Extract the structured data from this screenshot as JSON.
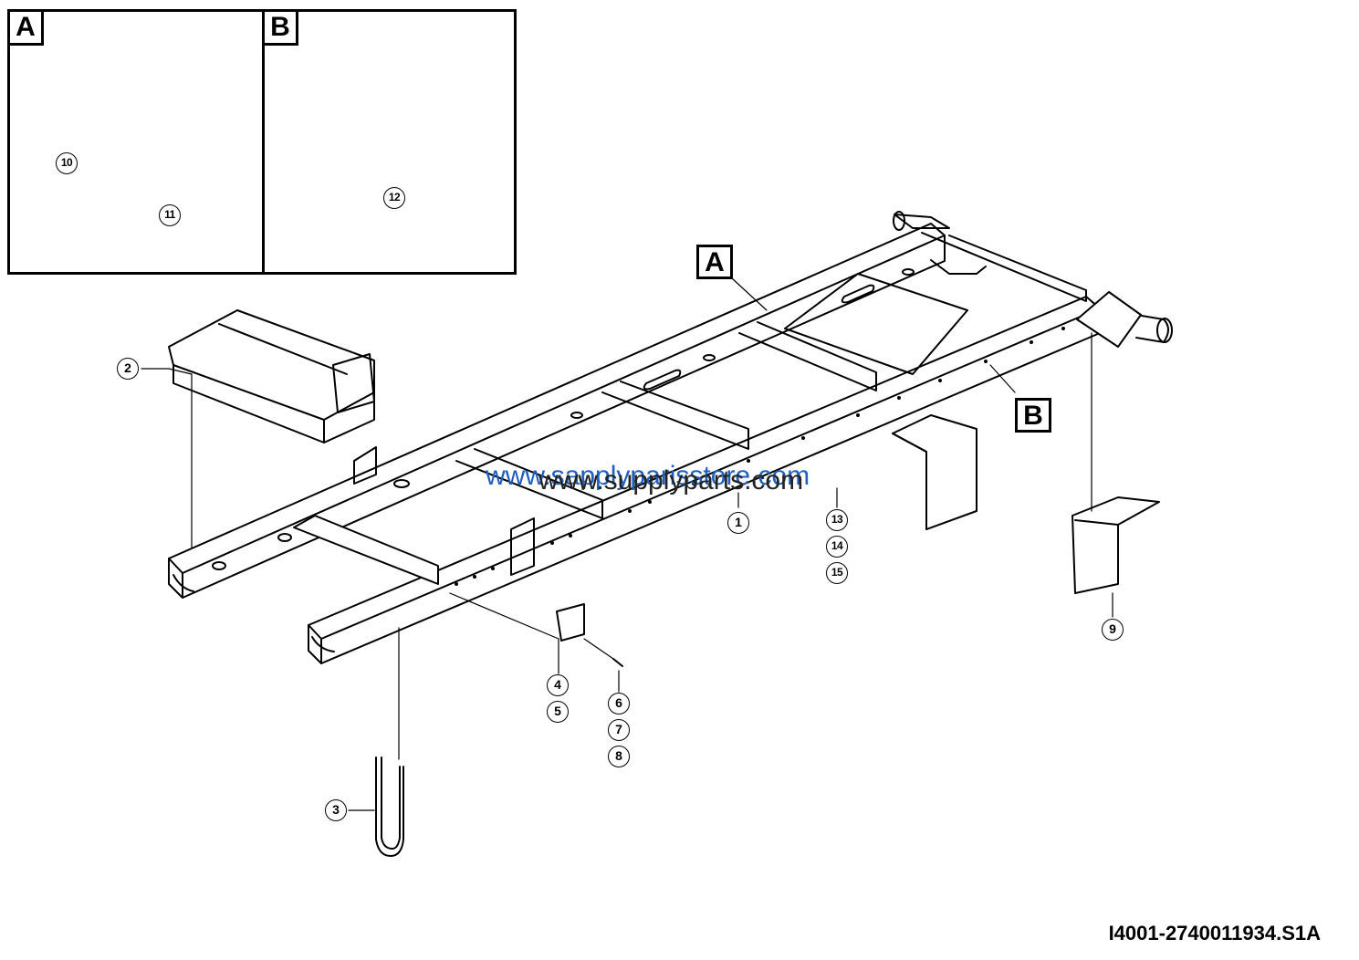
{
  "drawing_code": "I4001-2740011934.S1A",
  "watermarks": [
    "www.supplyparts.com",
    "www.sapplyparisstore.com"
  ],
  "detail_views": [
    {
      "letter": "A",
      "callouts": [
        "10",
        "11"
      ]
    },
    {
      "letter": "B",
      "callouts": [
        "12"
      ]
    }
  ],
  "view_tags": [
    "A",
    "B"
  ],
  "callouts": [
    "1",
    "2",
    "3",
    "4",
    "5",
    "6",
    "7",
    "8",
    "9",
    "10",
    "11",
    "12",
    "13",
    "14",
    "15"
  ],
  "colors": {
    "line": "#000000",
    "watermark_blue": "#1f5fbf",
    "watermark_dark": "#222222"
  }
}
